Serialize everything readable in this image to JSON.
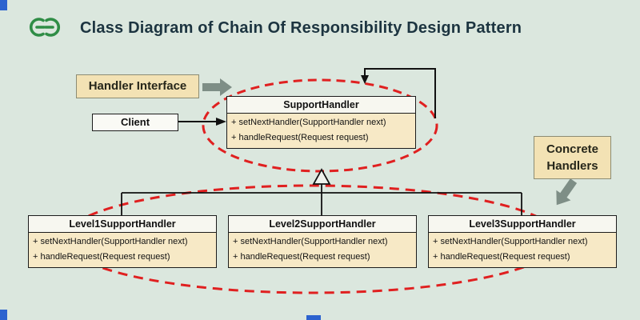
{
  "header": {
    "title": "Class Diagram of Chain Of Responsibility Design Pattern",
    "logo": "geeksforgeeks"
  },
  "annotations": {
    "handler_interface": "Handler Interface",
    "concrete_handlers": [
      "Concrete",
      "Handlers"
    ]
  },
  "diagram": {
    "client": {
      "name": "Client"
    },
    "handler": {
      "name": "SupportHandler",
      "methods": [
        "+ setNextHandler(SupportHandler next)",
        "+ handleRequest(Request request)"
      ]
    },
    "concrete": [
      {
        "name": "Level1SupportHandler",
        "methods": [
          "+ setNextHandler(SupportHandler next)",
          "+ handleRequest(Request request)"
        ]
      },
      {
        "name": "Level2SupportHandler",
        "methods": [
          "+ setNextHandler(SupportHandler next)",
          "+ handleRequest(Request request)"
        ]
      },
      {
        "name": "Level3SupportHandler",
        "methods": [
          "+ setNextHandler(SupportHandler next)",
          "+ handleRequest(Request request)"
        ]
      }
    ]
  },
  "colors": {
    "background": "#dbe7de",
    "highlight_red": "#e02020",
    "arrow_gray": "#7e8e86",
    "box_body_tan": "#f7e9c6",
    "tag_tan": "#f3e2b4",
    "brand_green": "#2f8d46",
    "title_text": "#1c3440",
    "accent_blue": "#2c63cf"
  }
}
